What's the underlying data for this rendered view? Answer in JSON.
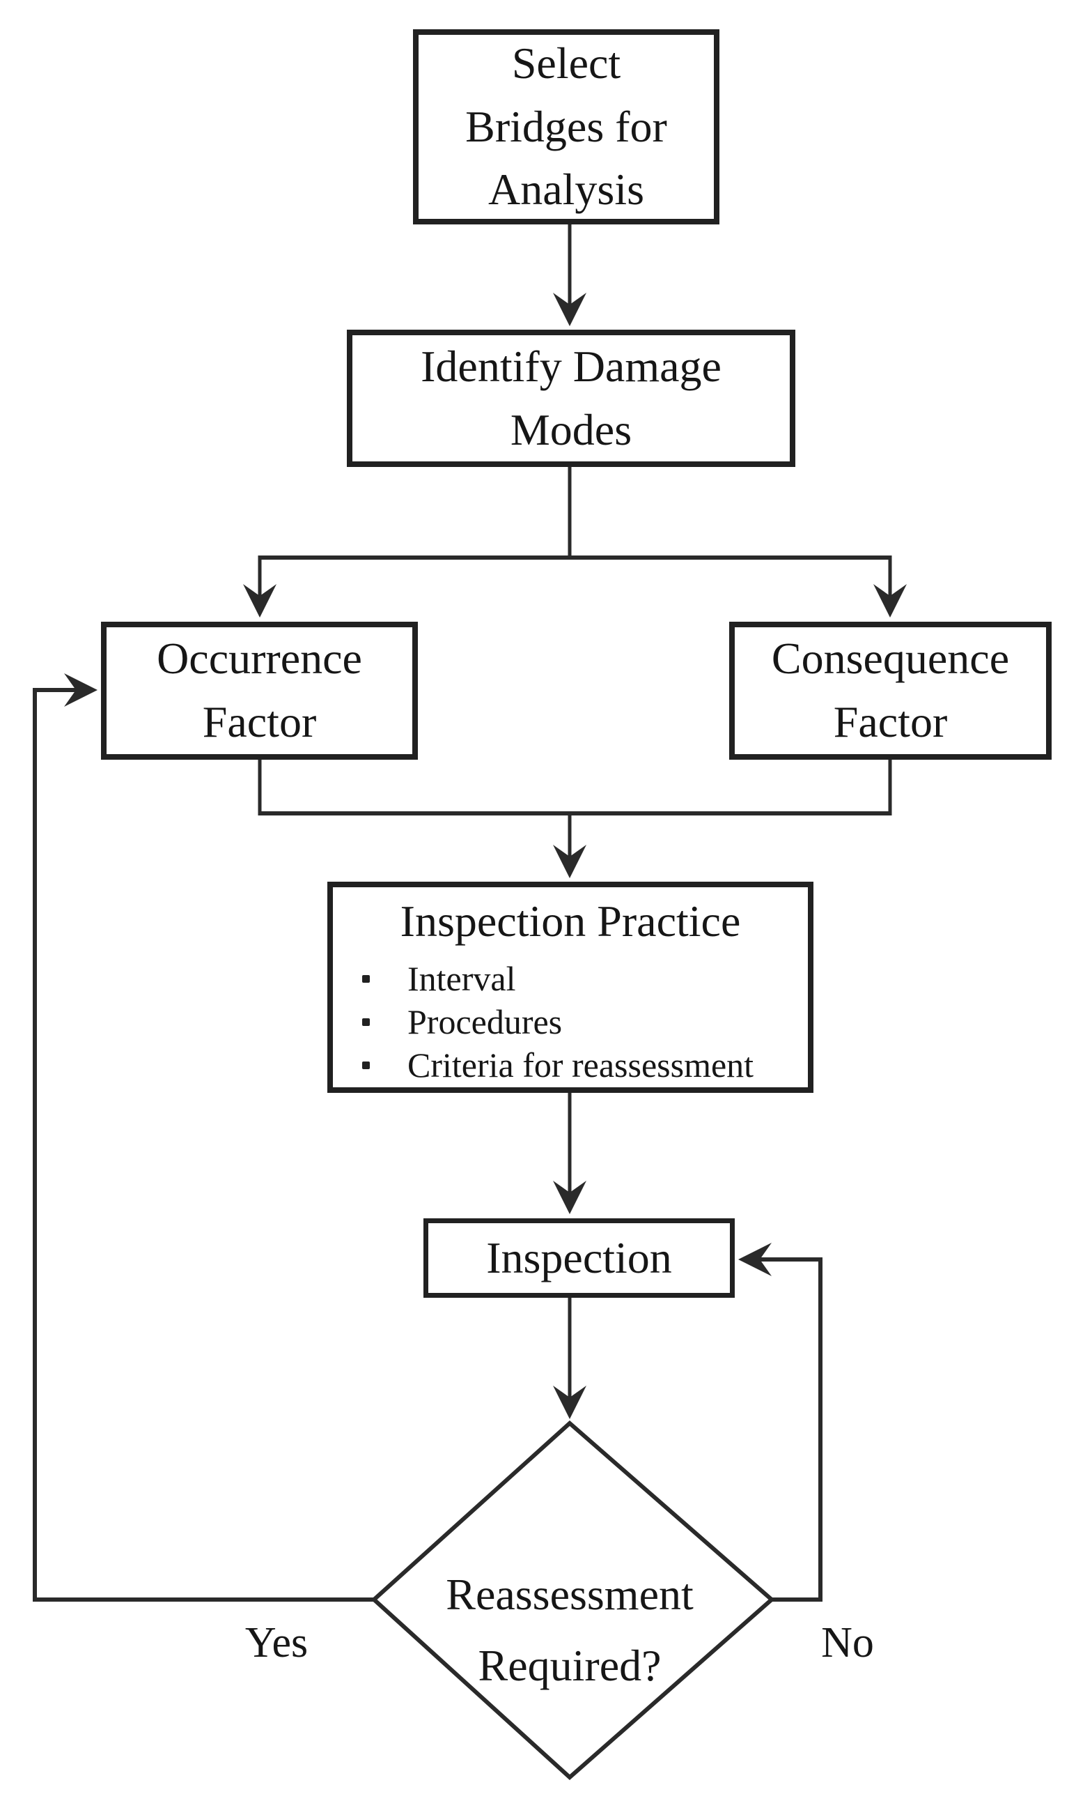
{
  "colors": {
    "background": "#ffffff",
    "line": "#2a2a2a",
    "box_border": "#212121",
    "text": "#161616"
  },
  "flowchart": {
    "nodes": {
      "select": {
        "label": "Select\nBridges for\nAnalysis"
      },
      "identify": {
        "label": "Identify Damage\nModes"
      },
      "occurrence": {
        "label": "Occurrence\nFactor"
      },
      "consequence": {
        "label": "Consequence\nFactor"
      },
      "inspection_practice": {
        "title": "Inspection Practice",
        "bullets": [
          "Interval",
          "Procedures",
          "Criteria for reassessment"
        ]
      },
      "inspection": {
        "label": "Inspection"
      },
      "decision": {
        "label": "Reassessment\nRequired?"
      }
    },
    "edge_labels": {
      "yes": "Yes",
      "no": "No"
    }
  }
}
